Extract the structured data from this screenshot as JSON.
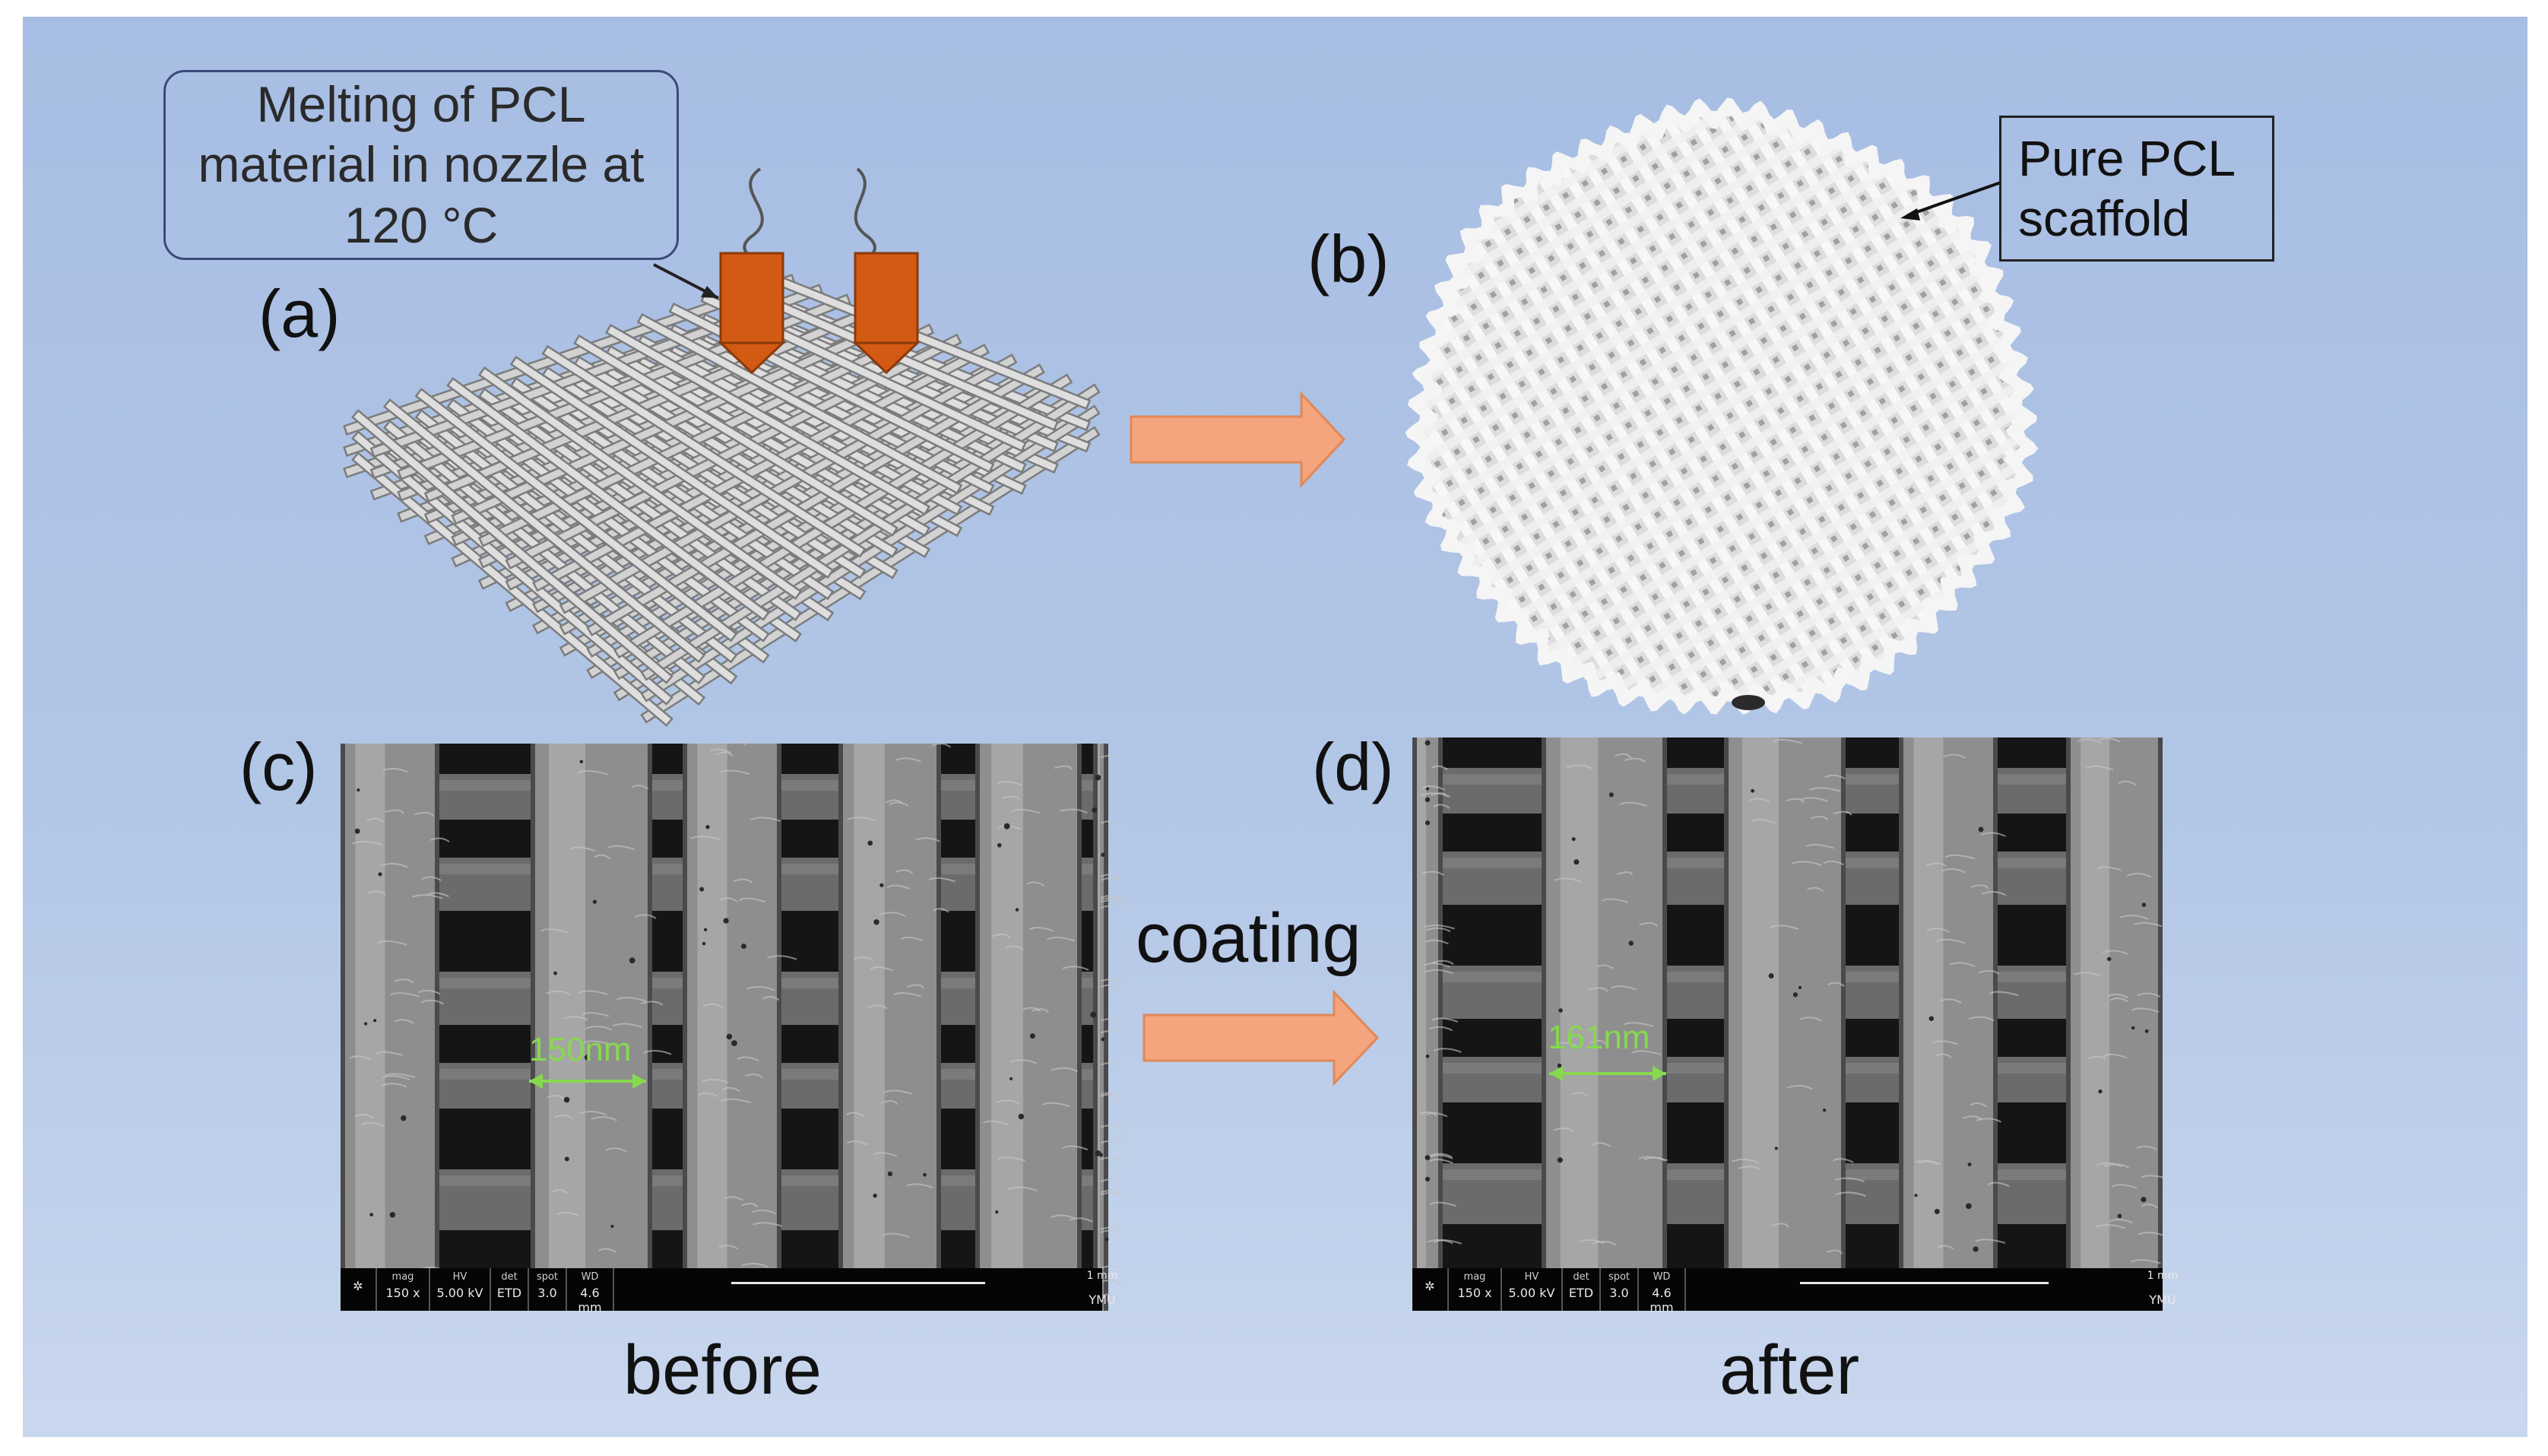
{
  "figure": {
    "callout_nozzle": [
      "Melting of PCL",
      "material in nozzle at",
      "120 °C"
    ],
    "callout_scaffold": [
      "Pure PCL",
      "scaffold"
    ],
    "panel_a": "(a)",
    "panel_b": "(b)",
    "panel_c": "(c)",
    "panel_d": "(d)",
    "coating_label": "coating",
    "before_label": "before",
    "after_label": "after",
    "measure_before": "150nm",
    "measure_after": "161nm",
    "colors": {
      "background": "#a9bfe3",
      "nozzle": "#d35a12",
      "arrow": "#f4a57e",
      "measure": "#86d94e"
    }
  },
  "sem_info": {
    "headers": [
      "mag",
      "HV",
      "det",
      "spot",
      "WD"
    ],
    "values": [
      "150 x",
      "5.00 kV",
      "ETD",
      "3.0",
      "4.6 mm"
    ],
    "scale": "1 mm",
    "lab": "YMU"
  }
}
